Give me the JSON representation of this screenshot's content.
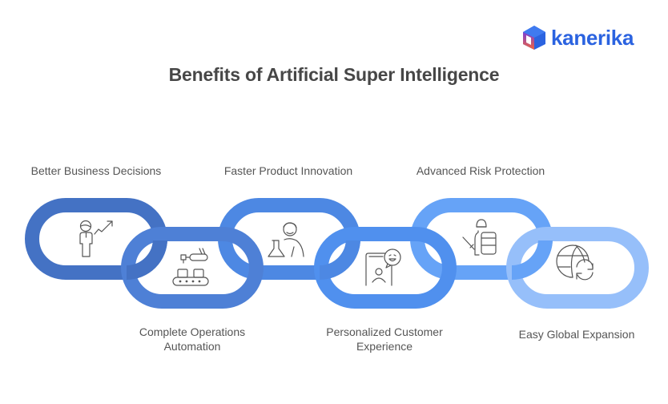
{
  "logo": {
    "text": "kanerika",
    "icon": "cube-logo-icon",
    "color": "#2b63e0"
  },
  "title": "Benefits of Artificial Super Intelligence",
  "benefits": [
    {
      "label": "Better Business Decisions",
      "icon": "person-growth-chart-icon",
      "color": "#4472c4",
      "position": "top"
    },
    {
      "label": "Complete Operations Automation",
      "icon": "conveyor-robot-arm-icon",
      "color": "#4e80d6",
      "position": "bottom"
    },
    {
      "label": "Faster Product Innovation",
      "icon": "scientist-flask-icon",
      "color": "#4d88e3",
      "position": "top"
    },
    {
      "label": "Personalized Customer Experience",
      "icon": "mobile-chat-smile-icon",
      "color": "#5090ee",
      "position": "bottom"
    },
    {
      "label": "Advanced Risk Protection",
      "icon": "guard-shield-icon",
      "color": "#66a3f7",
      "position": "top"
    },
    {
      "label": "Easy Global Expansion",
      "icon": "globe-refresh-icon",
      "color": "#96bffa",
      "position": "bottom"
    }
  ]
}
